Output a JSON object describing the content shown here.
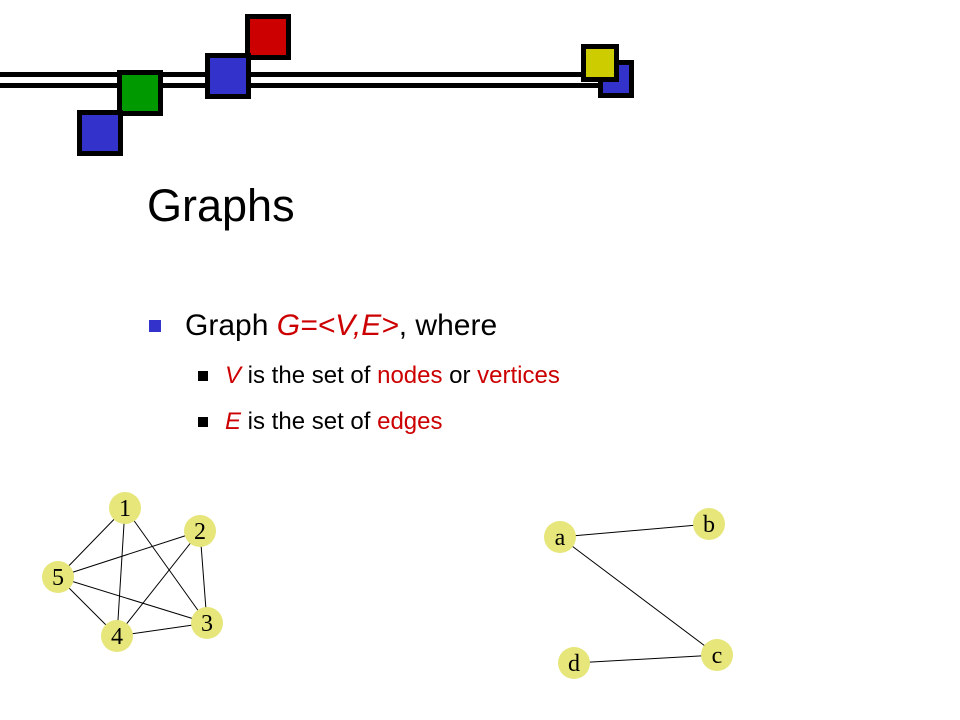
{
  "slide": {
    "title": "Graphs",
    "bullet1": {
      "pre": "Graph ",
      "expr": "G=<V,E>",
      "post": ", where"
    },
    "bullet2": {
      "var": "V",
      "mid": " is the set of ",
      "term1": "nodes",
      "or": " or ",
      "term2": "vertices"
    },
    "bullet3": {
      "var": "E",
      "mid": " is the set of ",
      "term": "edges"
    }
  },
  "colors": {
    "blue": "#3333cc",
    "green": "#009900",
    "red": "#cc0000",
    "yellow": "#cccc00",
    "node_fill": "#e6e67a",
    "accent_text": "#cc0000"
  },
  "graph1": {
    "nodes": [
      "1",
      "2",
      "3",
      "4",
      "5"
    ],
    "edges": [
      [
        "1",
        "5"
      ],
      [
        "1",
        "3"
      ],
      [
        "1",
        "4"
      ],
      [
        "2",
        "3"
      ],
      [
        "2",
        "5"
      ],
      [
        "2",
        "4"
      ],
      [
        "3",
        "4"
      ],
      [
        "3",
        "5"
      ],
      [
        "4",
        "5"
      ]
    ]
  },
  "graph2": {
    "nodes": [
      "a",
      "b",
      "c",
      "d"
    ],
    "edges": [
      [
        "a",
        "b"
      ],
      [
        "a",
        "c"
      ],
      [
        "c",
        "d"
      ]
    ]
  }
}
